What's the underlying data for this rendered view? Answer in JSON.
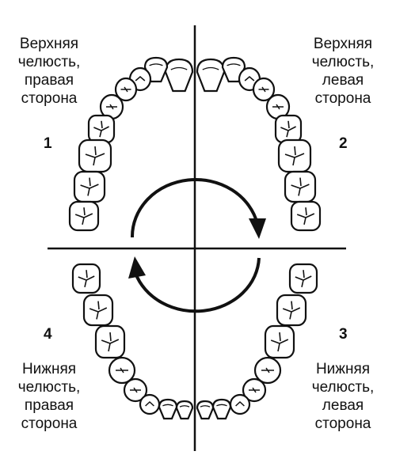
{
  "quadrants": [
    {
      "lines": [
        "Верхняя",
        "челюсть,",
        "правая",
        "сторона"
      ],
      "number": "1"
    },
    {
      "lines": [
        "Верхняя",
        "челюсть,",
        "левая",
        "сторона"
      ],
      "number": "2"
    },
    {
      "lines": [
        "Нижняя",
        "челюсть,",
        "левая",
        "сторона"
      ],
      "number": "3"
    },
    {
      "lines": [
        "Нижняя",
        "челюсть,",
        "правая",
        "сторона"
      ],
      "number": "4"
    }
  ],
  "colors": {
    "ink": "#111111",
    "background": "#ffffff"
  }
}
